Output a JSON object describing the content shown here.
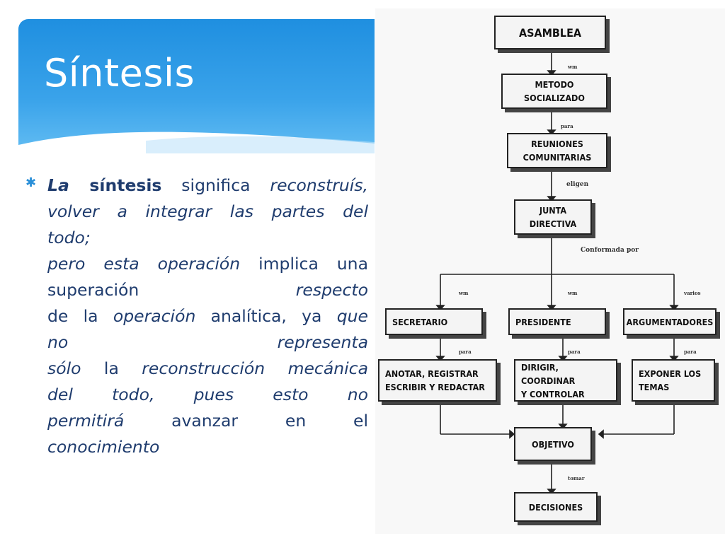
{
  "slide": {
    "title": "Síntesis",
    "body_lines": [
      "La síntesis significa reconstruís,",
      "volver a integrar las partes del",
      "todo;",
      "pero esta operación implica una",
      "superación respecto",
      "de la operación analítica, ya que",
      "no representa",
      "sólo la reconstrucción mecánica",
      "del todo, pues esto no",
      "permitirá avanzar en el",
      "conocimiento"
    ]
  },
  "diagram": {
    "boxes": {
      "asamblea": "ASAMBLEA",
      "metodo": "METODO\nSOCIALIZADO",
      "reuniones": "REUNIONES\nCOMUNITARIAS",
      "junta": "JUNTA\nDIRECTIVA",
      "secretario": "SECRETARIO",
      "presidente": "PRESIDENTE",
      "argumentadores": "ARGUMENTADORES",
      "anotar": "ANOTAR, REGISTRAR\nESCRIBIR Y REDACTAR",
      "dirigir": "DIRIGIR, COORDINAR\nY CONTROLAR",
      "exponer": "EXPONER LOS\nTEMAS",
      "objetivo": "OBJETIVO",
      "decisiones": "DECISIONES"
    },
    "connectors": {
      "c1": "wm",
      "c2": "para",
      "c3": "eligen",
      "conformada": "Conformada por",
      "c5": "wm",
      "c6": "wm",
      "c7": "varios",
      "c8": "para",
      "c9": "para",
      "c10": "para",
      "c11": "tomar"
    }
  }
}
